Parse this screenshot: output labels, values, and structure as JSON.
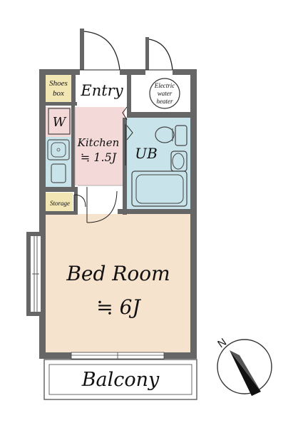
{
  "floor_plan": {
    "rooms": {
      "entry": "Entry",
      "shoes_box_line1": "Shoes",
      "shoes_box_line2": "box",
      "water_heater_line1": "Electric",
      "water_heater_line2": "water",
      "water_heater_line3": "heater",
      "washer": "W",
      "kitchen_name": "Kitchen",
      "kitchen_size": "≒ 1.5J",
      "unit_bath": "UB",
      "storage": "Storage",
      "bedroom_name": "Bed Room",
      "bedroom_size": "≒ 6J",
      "balcony": "Balcony"
    },
    "compass_label": "N",
    "colors": {
      "wall": "#666666",
      "bedroom": "#F5E3CD",
      "kitchen": "#F4D9D9",
      "bath": "#C8E3EA",
      "storage": "#F2E6B4",
      "shoes_box": "#F2E6B4",
      "entry": "#FFFFFF"
    }
  }
}
